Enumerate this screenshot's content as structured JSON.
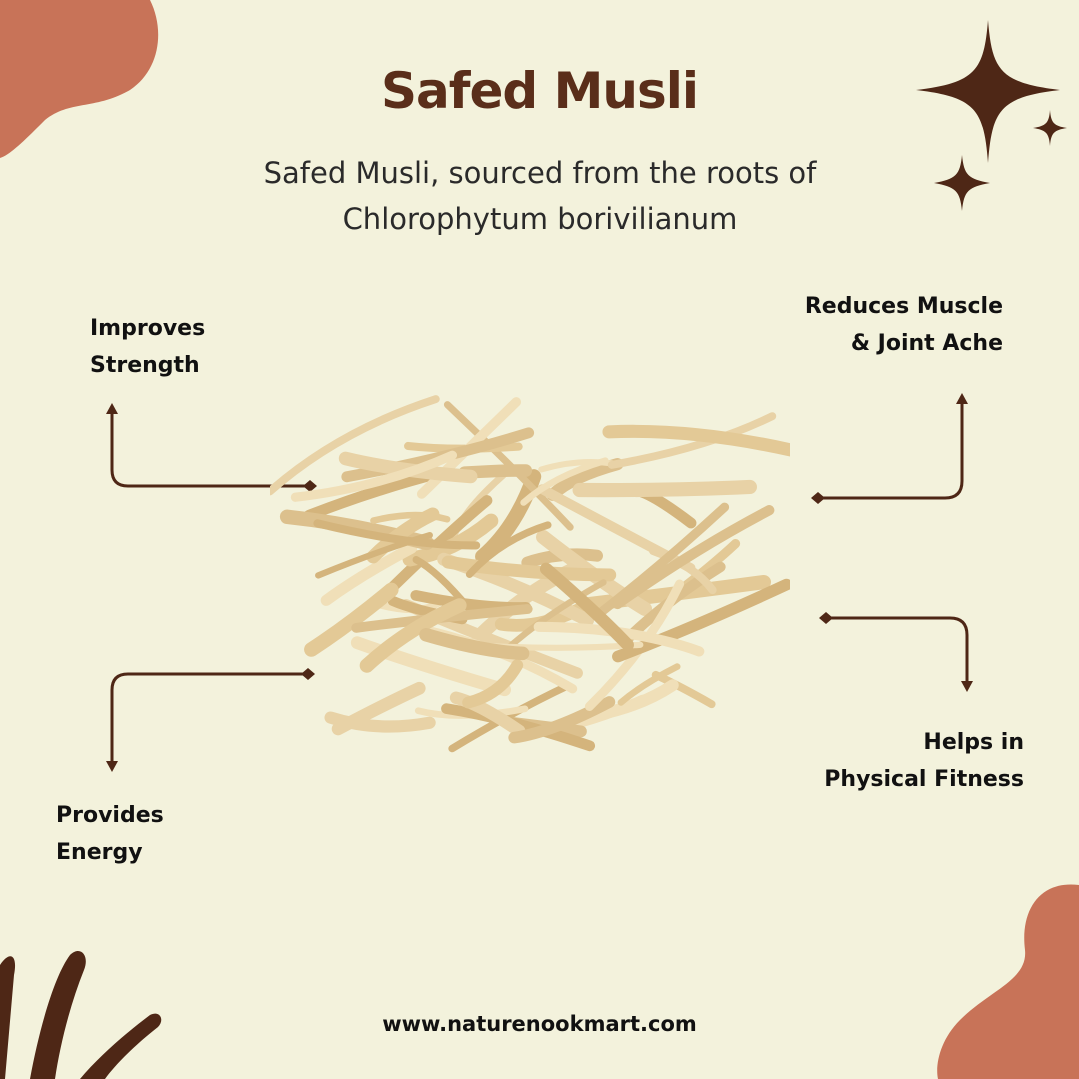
{
  "title": "Safed Musli",
  "subtitle": {
    "line1": "Safed Musli, sourced from the roots of",
    "line2": "Chlorophytum borivilianum"
  },
  "benefits": [
    {
      "line1": "Improves",
      "line2": "Strength"
    },
    {
      "line1": "Reduces Muscle",
      "line2": "& Joint Ache"
    },
    {
      "line1": "Provides",
      "line2": "Energy"
    },
    {
      "line1": "Helps in",
      "line2": "Physical Fitness"
    }
  ],
  "footer": {
    "website": "www.naturenookmart.com"
  },
  "colors": {
    "background": "#f3f2dc",
    "accent": "#c87358",
    "brown": "#4e2716",
    "title": "#5a2e1a"
  }
}
